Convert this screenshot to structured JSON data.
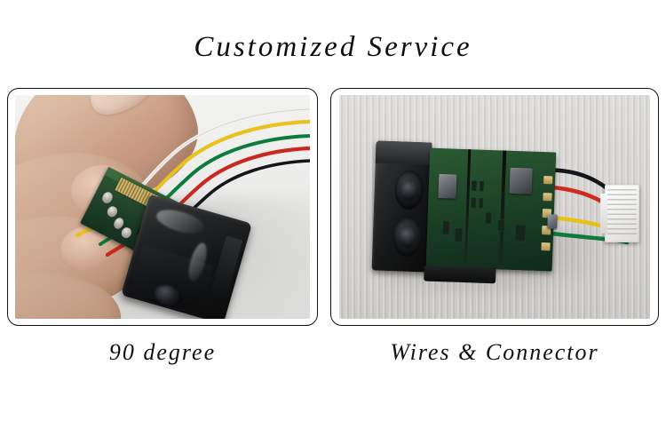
{
  "page": {
    "title": "Customized Service",
    "background_color": "#ffffff",
    "text_color": "#111111"
  },
  "panels": [
    {
      "id": "left",
      "caption": "90 degree",
      "photo_alt": "Hand holding a 90 degree laser rangefinder module with colored wires",
      "border_color": "#111111",
      "wire_colors": [
        "#f2f0ec",
        "#e8c21f",
        "#c8291f",
        "#0e7a3c",
        "#111111"
      ],
      "pcb_color": "#1f4628",
      "housing_color": "#15161a"
    },
    {
      "id": "right",
      "caption": "Wires & Connector",
      "photo_alt": "Laser rangefinder module with four wires leading to a white connector",
      "border_color": "#111111",
      "background_color": "#cdcbc8",
      "wire_colors": [
        "#111111",
        "#cf2a20",
        "#0f7a3a",
        "#e6c31b"
      ],
      "connector_color": "#ffffff",
      "pcb_color": "#1f4628",
      "housing_color": "#15161a"
    }
  ]
}
